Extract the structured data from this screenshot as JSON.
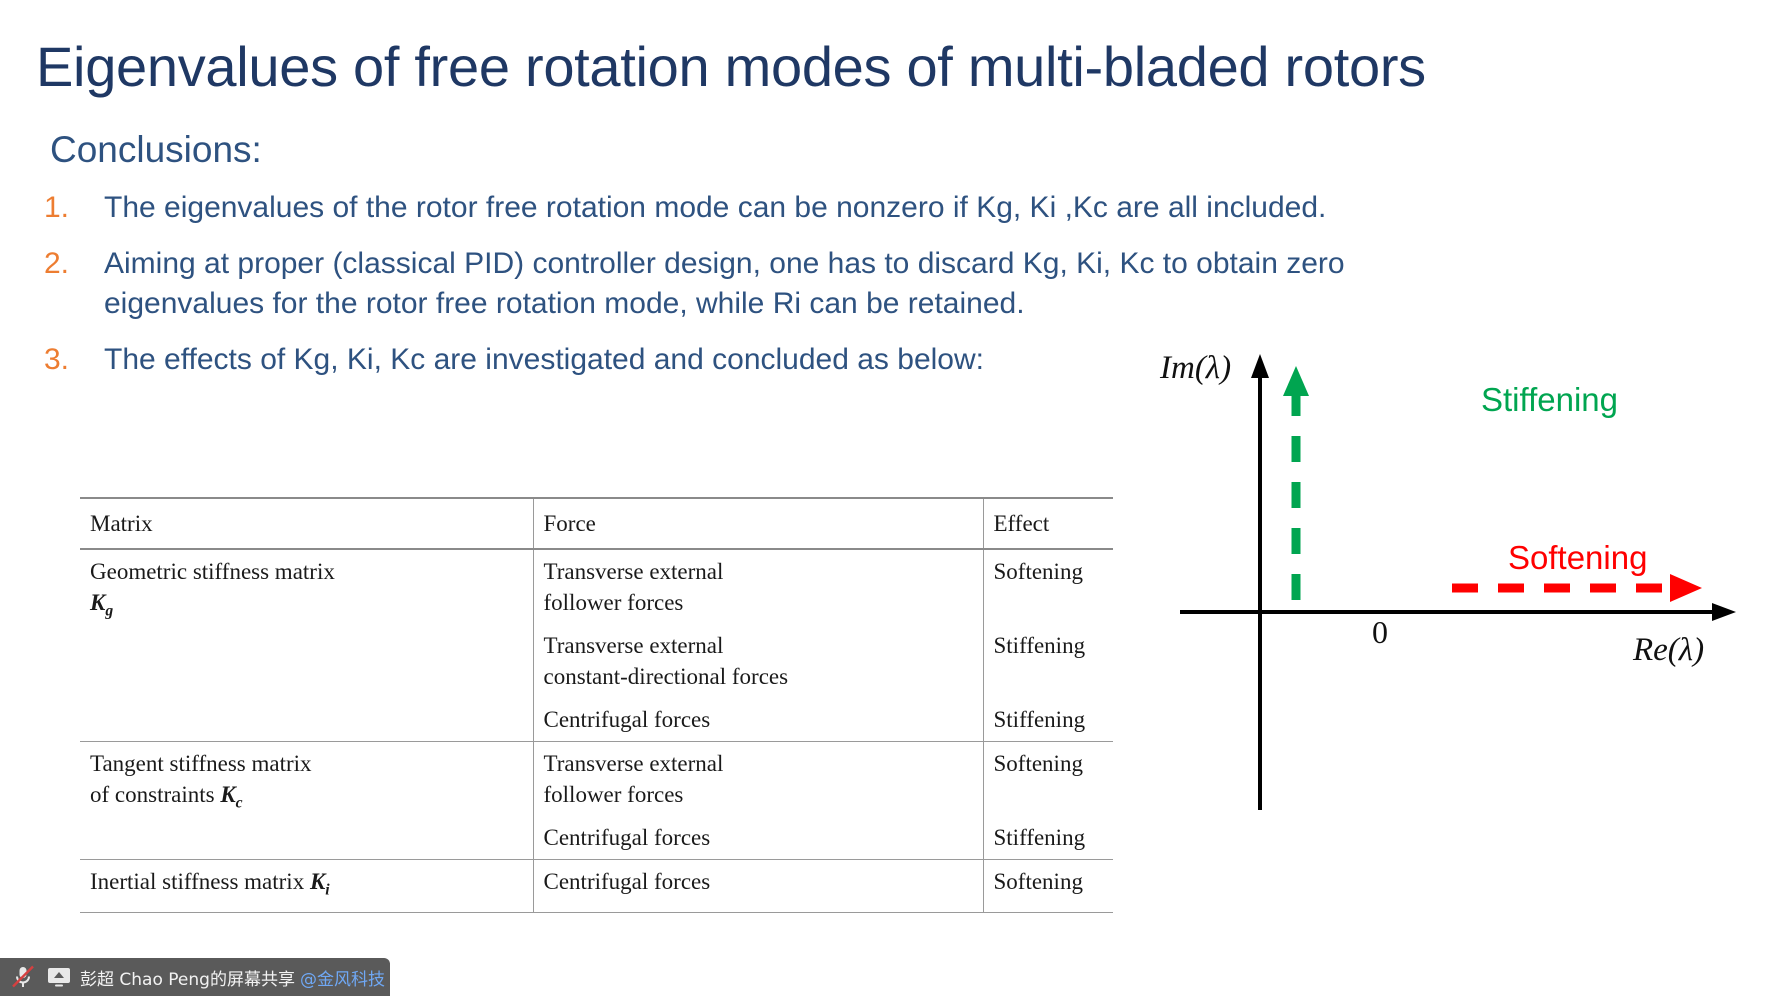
{
  "slide": {
    "title": "Eigenvalues of free rotation modes of multi-bladed rotors",
    "conclusions_heading": "Conclusions:",
    "title_color": "#1F3864",
    "body_color": "#2E5280",
    "number_color": "#ED7D31"
  },
  "conclusions": [
    {
      "number": "1.",
      "line1": "The eigenvalues of the rotor free rotation mode can be nonzero if Kg, Ki ,Kc are all included.",
      "line2": ""
    },
    {
      "number": "2.",
      "line1": "Aiming at proper (classical PID) controller design, one has to discard Kg, Ki, Kc to obtain zero",
      "line2": "eigenvalues for the rotor free rotation mode, while Ri can be retained."
    },
    {
      "number": "3.",
      "line1": "The effects of Kg, Ki, Kc are investigated and concluded as below:",
      "line2": ""
    }
  ],
  "table": {
    "headers": [
      "Matrix",
      "Force",
      "Effect"
    ],
    "rows": [
      {
        "matrix_text": "Geometric stiffness matrix",
        "matrix_symbol_base": "K",
        "matrix_symbol_sub": "g",
        "matrix_symbol_inline": false,
        "entries": [
          {
            "force_line1": "Transverse external",
            "force_line2": "follower forces",
            "effect": "Softening"
          },
          {
            "force_line1": "Transverse external",
            "force_line2": "constant-directional forces",
            "effect": "Stiffening"
          },
          {
            "force_line1": "Centrifugal forces",
            "force_line2": "",
            "effect": "Stiffening"
          }
        ]
      },
      {
        "matrix_text": "Tangent stiffness matrix",
        "matrix_text_line2": "of constraints",
        "matrix_symbol_base": "K",
        "matrix_symbol_sub": "c",
        "matrix_symbol_inline": true,
        "entries": [
          {
            "force_line1": "Transverse external",
            "force_line2": "follower forces",
            "effect": "Softening"
          },
          {
            "force_line1": "Centrifugal forces",
            "force_line2": "",
            "effect": "Stiffening"
          }
        ]
      },
      {
        "matrix_text": "Inertial stiffness matrix",
        "matrix_symbol_base": "K",
        "matrix_symbol_sub": "i",
        "matrix_symbol_inline": true,
        "entries": [
          {
            "force_line1": "Centrifugal forces",
            "force_line2": "",
            "effect": "Softening"
          }
        ]
      }
    ]
  },
  "diagram": {
    "im_axis_label": "Im(λ)",
    "re_axis_label": "Re(λ)",
    "origin_label": "0",
    "stiffening_label": "Stiffening",
    "softening_label": "Softening",
    "stiffening_color": "#00A550",
    "softening_color": "#FF0000",
    "axis_color": "#000000"
  },
  "sharebar": {
    "mic_icon": "microphone-muted-icon",
    "screen_icon": "screen-share-icon",
    "text": "彭超 Chao Peng的屏幕共享",
    "org": "@金风科技",
    "bg_color": "#5A5A5A"
  }
}
